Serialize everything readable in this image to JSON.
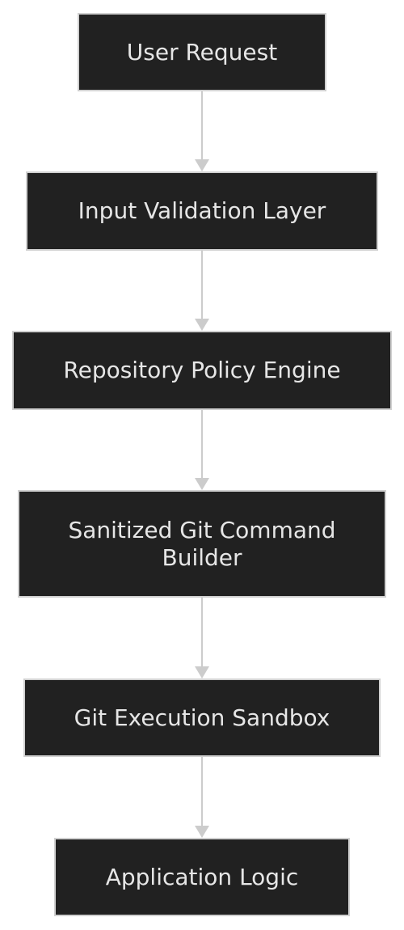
{
  "diagram": {
    "type": "flowchart",
    "direction": "top-to-bottom",
    "colors": {
      "node_fill": "#212121",
      "node_border": "#d0d0d0",
      "node_text": "#e6e6e6",
      "edge": "#cccccc",
      "background": "#ffffff"
    },
    "nodes": [
      {
        "id": "n1",
        "label": "User Request"
      },
      {
        "id": "n2",
        "label": "Input Validation Layer"
      },
      {
        "id": "n3",
        "label": "Repository Policy Engine"
      },
      {
        "id": "n4",
        "label": "Sanitized Git Command Builder"
      },
      {
        "id": "n5",
        "label": "Git Execution Sandbox"
      },
      {
        "id": "n6",
        "label": "Application Logic"
      }
    ],
    "edges": [
      {
        "from": "n1",
        "to": "n2"
      },
      {
        "from": "n2",
        "to": "n3"
      },
      {
        "from": "n3",
        "to": "n4"
      },
      {
        "from": "n4",
        "to": "n5"
      },
      {
        "from": "n5",
        "to": "n6"
      }
    ]
  }
}
